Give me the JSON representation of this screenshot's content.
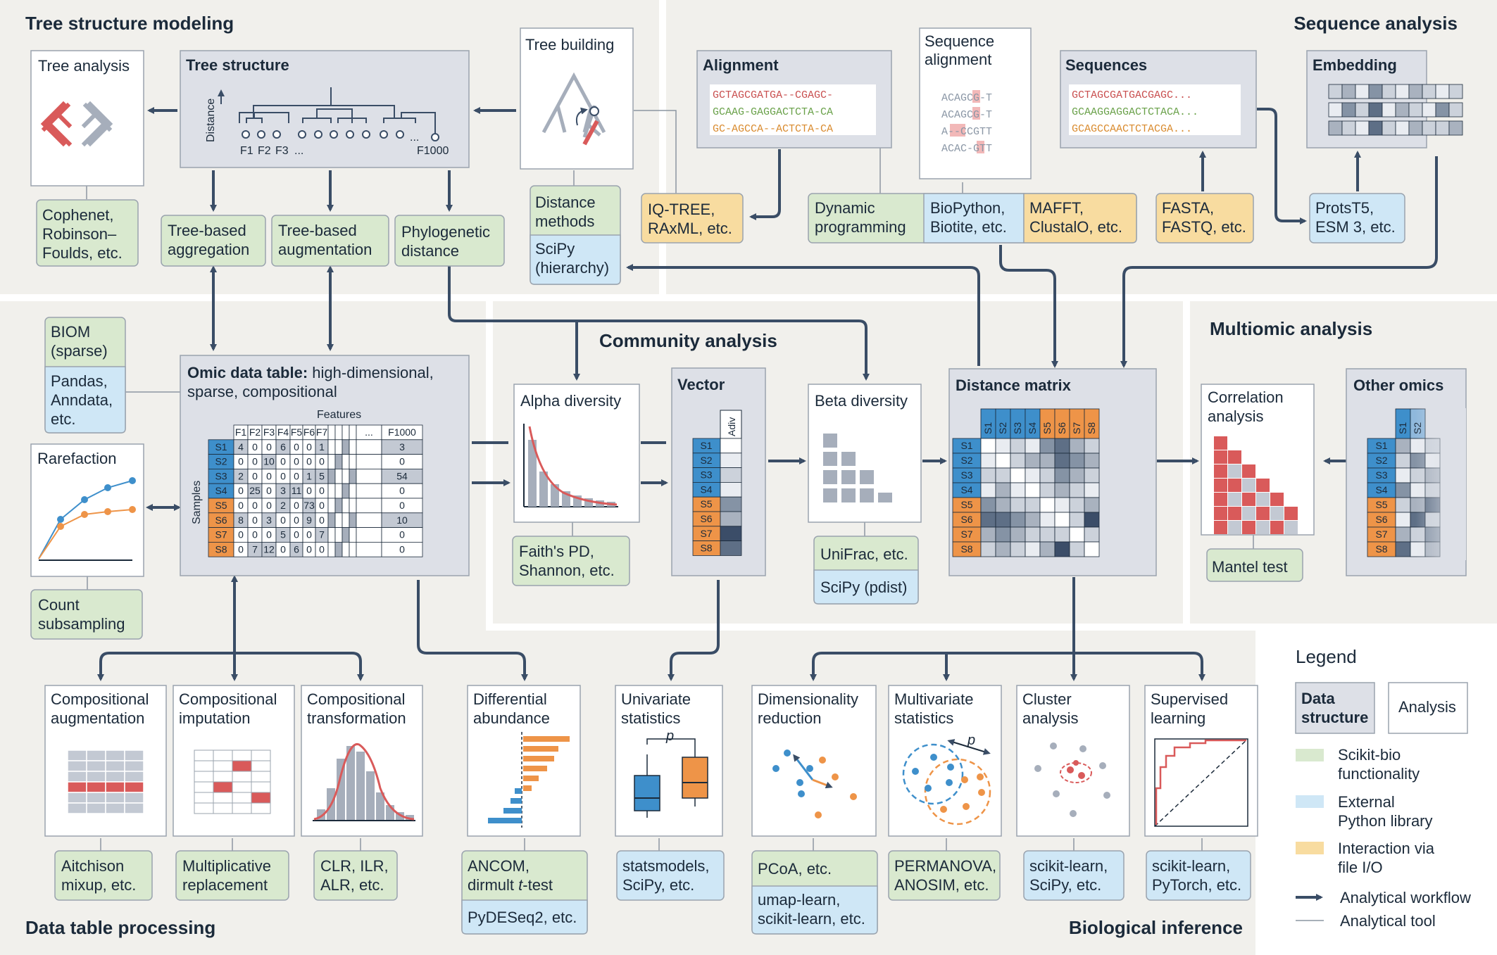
{
  "regions": {
    "tree": "Tree structure modeling",
    "sequence": "Sequence analysis",
    "community": "Community analysis",
    "multiomic": "Multiomic analysis",
    "data_table": "Data table processing",
    "inference": "Biological inference"
  },
  "tree": {
    "analysis_title": "Tree analysis",
    "structure_title": "Tree structure",
    "distance_label": "Distance",
    "leaf_labels": [
      "F1",
      "F2",
      "F3",
      "...",
      "...",
      "F1000"
    ],
    "building_title": "Tree building",
    "cophenet": [
      "Cophenet,",
      "Robinson–",
      "Foulds, etc."
    ],
    "aggregation": [
      "Tree-based",
      "aggregation"
    ],
    "augmentation": [
      "Tree-based",
      "augmentation"
    ],
    "phylo": [
      "Phylogenetic",
      "distance"
    ],
    "distance_methods": [
      "Distance",
      "methods"
    ],
    "scipy_hierarchy": [
      "SciPy",
      "(hierarchy)"
    ]
  },
  "sequence": {
    "alignment_title": "Alignment",
    "alignment_rows": [
      "GCTAGCGATGA--CGAGC-",
      "GCAAG-GAGGACTCTA-CA",
      "GC-AGCCA--ACTCTA-CA"
    ],
    "seq_align_title": [
      "Sequence",
      "alignment"
    ],
    "seq_align_rows": [
      "ACAGCG-T",
      "ACAGCG-T",
      "A--CCGTT",
      "ACAC-GTT"
    ],
    "sequences_title": "Sequences",
    "sequences_rows": [
      "GCTAGCGATGACGAGC...",
      "GCAAGGAGGACTCTACA...",
      "GCAGCCAACTCTACGA..."
    ],
    "embedding_title": "Embedding",
    "iqtree": [
      "IQ-TREE,",
      "RAxML, etc."
    ],
    "dynamic": [
      "Dynamic",
      "programming"
    ],
    "biopython": [
      "BioPython,",
      "Biotite, etc."
    ],
    "mafft": [
      "MAFFT,",
      "ClustalO, etc."
    ],
    "fasta": [
      "FASTA,",
      "FASTQ, etc."
    ],
    "prots": [
      "ProtsT5,",
      "ESM 3, etc."
    ]
  },
  "table": {
    "title_bold": "Omic data table:",
    "title_rest": "high-dimensional,",
    "title_line2": "sparse, compositional",
    "features_label": "Features",
    "samples_label": "Samples",
    "columns": [
      "F1",
      "F2",
      "F3",
      "F4",
      "F5",
      "F6",
      "F7",
      "",
      "",
      "",
      "",
      "...",
      "F1000"
    ],
    "rows": [
      {
        "s": "S1",
        "v": [
          "4",
          "0",
          "0",
          "6",
          "0",
          "0",
          "1"
        ],
        "last": "3"
      },
      {
        "s": "S2",
        "v": [
          "0",
          "0",
          "10",
          "0",
          "0",
          "0",
          "0"
        ],
        "last": "0"
      },
      {
        "s": "S3",
        "v": [
          "2",
          "0",
          "0",
          "0",
          "0",
          "1",
          "5"
        ],
        "last": "54"
      },
      {
        "s": "S4",
        "v": [
          "0",
          "25",
          "0",
          "3",
          "11",
          "0",
          "0"
        ],
        "last": "0"
      },
      {
        "s": "S5",
        "v": [
          "0",
          "0",
          "0",
          "2",
          "0",
          "73",
          "0"
        ],
        "last": "0"
      },
      {
        "s": "S6",
        "v": [
          "8",
          "0",
          "3",
          "0",
          "0",
          "9",
          "0"
        ],
        "last": "10"
      },
      {
        "s": "S7",
        "v": [
          "0",
          "0",
          "0",
          "5",
          "0",
          "0",
          "7"
        ],
        "last": "0"
      },
      {
        "s": "S8",
        "v": [
          "0",
          "7",
          "12",
          "0",
          "6",
          "0",
          "0"
        ],
        "last": "0"
      }
    ],
    "biom": [
      "BIOM",
      "(sparse)"
    ],
    "pandas": [
      "Pandas,",
      "Anndata,",
      "etc."
    ],
    "rarefaction_title": "Rarefaction",
    "count_sub": [
      "Count",
      "subsampling"
    ]
  },
  "community": {
    "alpha_title": "Alpha diversity",
    "faith": [
      "Faith's PD,",
      "Shannon, etc."
    ],
    "vector_title": "Vector",
    "adiv_label": "Adiv",
    "beta_title": "Beta diversity",
    "unifrac": "UniFrac, etc.",
    "scipy_pdist": "SciPy (pdist)",
    "distance_title": "Distance matrix",
    "samples": [
      "S1",
      "S2",
      "S3",
      "S4",
      "S5",
      "S6",
      "S7",
      "S8"
    ]
  },
  "multiomic": {
    "correlation": [
      "Correlation",
      "analysis"
    ],
    "mantel": "Mantel test",
    "other_title": "Other omics"
  },
  "processing": {
    "comp_aug": [
      "Compositional",
      "augmentation"
    ],
    "comp_imp": [
      "Compositional",
      "imputation"
    ],
    "comp_trans": [
      "Compositional",
      "transformation"
    ],
    "aitchison": [
      "Aitchison",
      "mixup, etc."
    ],
    "multiplicative": [
      "Multiplicative",
      "replacement"
    ],
    "clr": [
      "CLR, ILR,",
      "ALR, etc."
    ]
  },
  "inference": {
    "diff": [
      "Differential",
      "abundance"
    ],
    "ancom1": "ANCOM,",
    "ancom2a": "dirmult ",
    "ancom2b": "t",
    "ancom2c": "-test",
    "pydeseq": "PyDESeq2, etc.",
    "univ": [
      "Univariate",
      "statistics"
    ],
    "p_label": "p",
    "statsmodels": [
      "statsmodels,",
      "SciPy, etc."
    ],
    "dimred": [
      "Dimensionality",
      "reduction"
    ],
    "pcoa": "PCoA, etc.",
    "umap": [
      "umap-learn,",
      "scikit-learn, etc."
    ],
    "multiv": [
      "Multivariate",
      "statistics"
    ],
    "permanova": [
      "PERMANOVA,",
      "ANOSIM, etc."
    ],
    "cluster": [
      "Cluster",
      "analysis"
    ],
    "sk_scipy": [
      "scikit-learn,",
      "SciPy, etc."
    ],
    "supervised": [
      "Supervised",
      "learning"
    ],
    "sk_torch": [
      "scikit-learn,",
      "PyTorch, etc."
    ]
  },
  "legend": {
    "title": "Legend",
    "data_structure": [
      "Data",
      "structure"
    ],
    "analysis": "Analysis",
    "skbio": [
      "Scikit-bio",
      "functionality"
    ],
    "external": [
      "External",
      "Python library"
    ],
    "fileio": [
      "Interaction via",
      "file I/O"
    ],
    "workflow": "Analytical workflow",
    "tool": "Analytical tool"
  },
  "colors": {
    "panel": "#f1f0ec",
    "data_struct": "#dde0e7",
    "green": "#d9e9cf",
    "blue": "#cfe7f6",
    "orange": "#f8dca0",
    "arrow": "#3a4d66",
    "sample_blue": "#3e8fcb",
    "sample_orange": "#ee9448",
    "red": "#d95a5a"
  }
}
